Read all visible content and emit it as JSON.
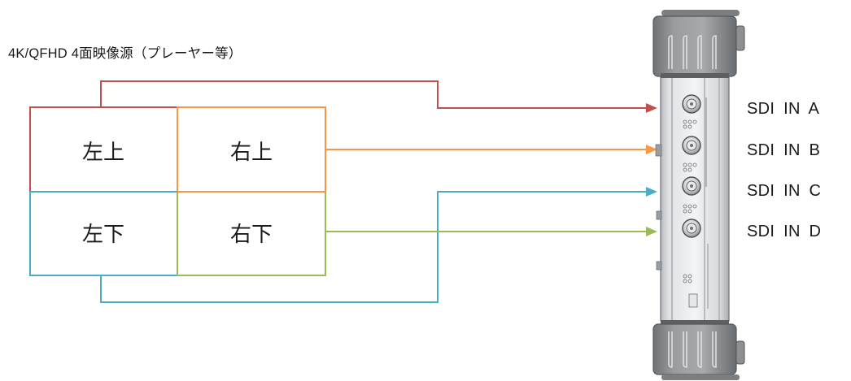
{
  "title": "4K/QFHD  4面映像源（プレーヤー等）",
  "quadrants": {
    "top_left": "左上",
    "top_right": "右上",
    "bottom_left": "左下",
    "bottom_right": "右下"
  },
  "inputs": [
    {
      "label": "SDI  IN  A",
      "color": "#c0504d"
    },
    {
      "label": "SDI  IN  B",
      "color": "#f79646"
    },
    {
      "label": "SDI  IN  C",
      "color": "#4bacc6"
    },
    {
      "label": "SDI  IN  D",
      "color": "#9bbb59"
    }
  ]
}
